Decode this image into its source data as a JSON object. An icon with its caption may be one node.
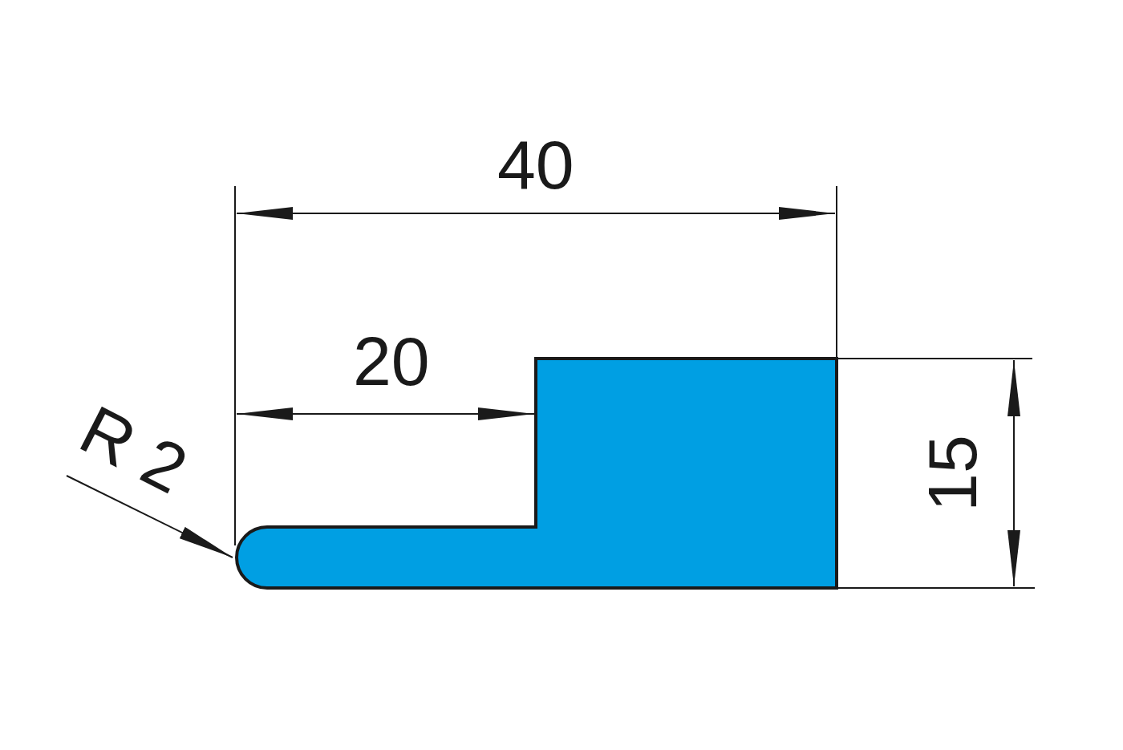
{
  "diagram": {
    "labels": [
      "40",
      "20",
      "R 2",
      "15"
    ]
  }
}
